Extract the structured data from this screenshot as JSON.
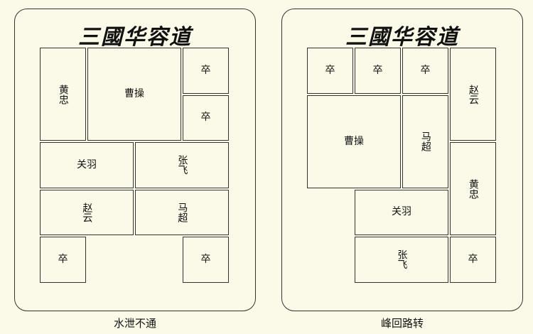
{
  "boards": [
    {
      "title": "三國华容道",
      "caption": "水泄不通",
      "pieces": [
        {
          "label": "黄忠",
          "col": 0,
          "row": 0,
          "w": 1,
          "h": 2
        },
        {
          "label": "曹操",
          "col": 1,
          "row": 0,
          "w": 2,
          "h": 2
        },
        {
          "label": "卒",
          "col": 3,
          "row": 0,
          "w": 1,
          "h": 1
        },
        {
          "label": "卒",
          "col": 3,
          "row": 1,
          "w": 1,
          "h": 1
        },
        {
          "label": "关羽",
          "col": 0,
          "row": 2,
          "w": 2,
          "h": 1
        },
        {
          "label": "张飞",
          "col": 2,
          "row": 2,
          "w": 2,
          "h": 1
        },
        {
          "label": "赵云",
          "col": 0,
          "row": 3,
          "w": 2,
          "h": 1
        },
        {
          "label": "马超",
          "col": 2,
          "row": 3,
          "w": 2,
          "h": 1
        },
        {
          "label": "卒",
          "col": 0,
          "row": 4,
          "w": 1,
          "h": 1
        },
        {
          "label": "卒",
          "col": 3,
          "row": 4,
          "w": 1,
          "h": 1
        }
      ]
    },
    {
      "title": "三國华容道",
      "caption": "峰回路转",
      "pieces": [
        {
          "label": "卒",
          "col": 0,
          "row": 0,
          "w": 1,
          "h": 1
        },
        {
          "label": "卒",
          "col": 1,
          "row": 0,
          "w": 1,
          "h": 1
        },
        {
          "label": "卒",
          "col": 2,
          "row": 0,
          "w": 1,
          "h": 1
        },
        {
          "label": "赵云",
          "col": 3,
          "row": 0,
          "w": 1,
          "h": 2
        },
        {
          "label": "曹操",
          "col": 0,
          "row": 1,
          "w": 2,
          "h": 2
        },
        {
          "label": "马超",
          "col": 2,
          "row": 1,
          "w": 1,
          "h": 2
        },
        {
          "label": "黄忠",
          "col": 3,
          "row": 2,
          "w": 1,
          "h": 2
        },
        {
          "label": "关羽",
          "col": 1,
          "row": 3,
          "w": 2,
          "h": 1
        },
        {
          "label": "张飞",
          "col": 1,
          "row": 4,
          "w": 2,
          "h": 1
        },
        {
          "label": "卒",
          "col": 3,
          "row": 4,
          "w": 1,
          "h": 1
        }
      ]
    }
  ]
}
